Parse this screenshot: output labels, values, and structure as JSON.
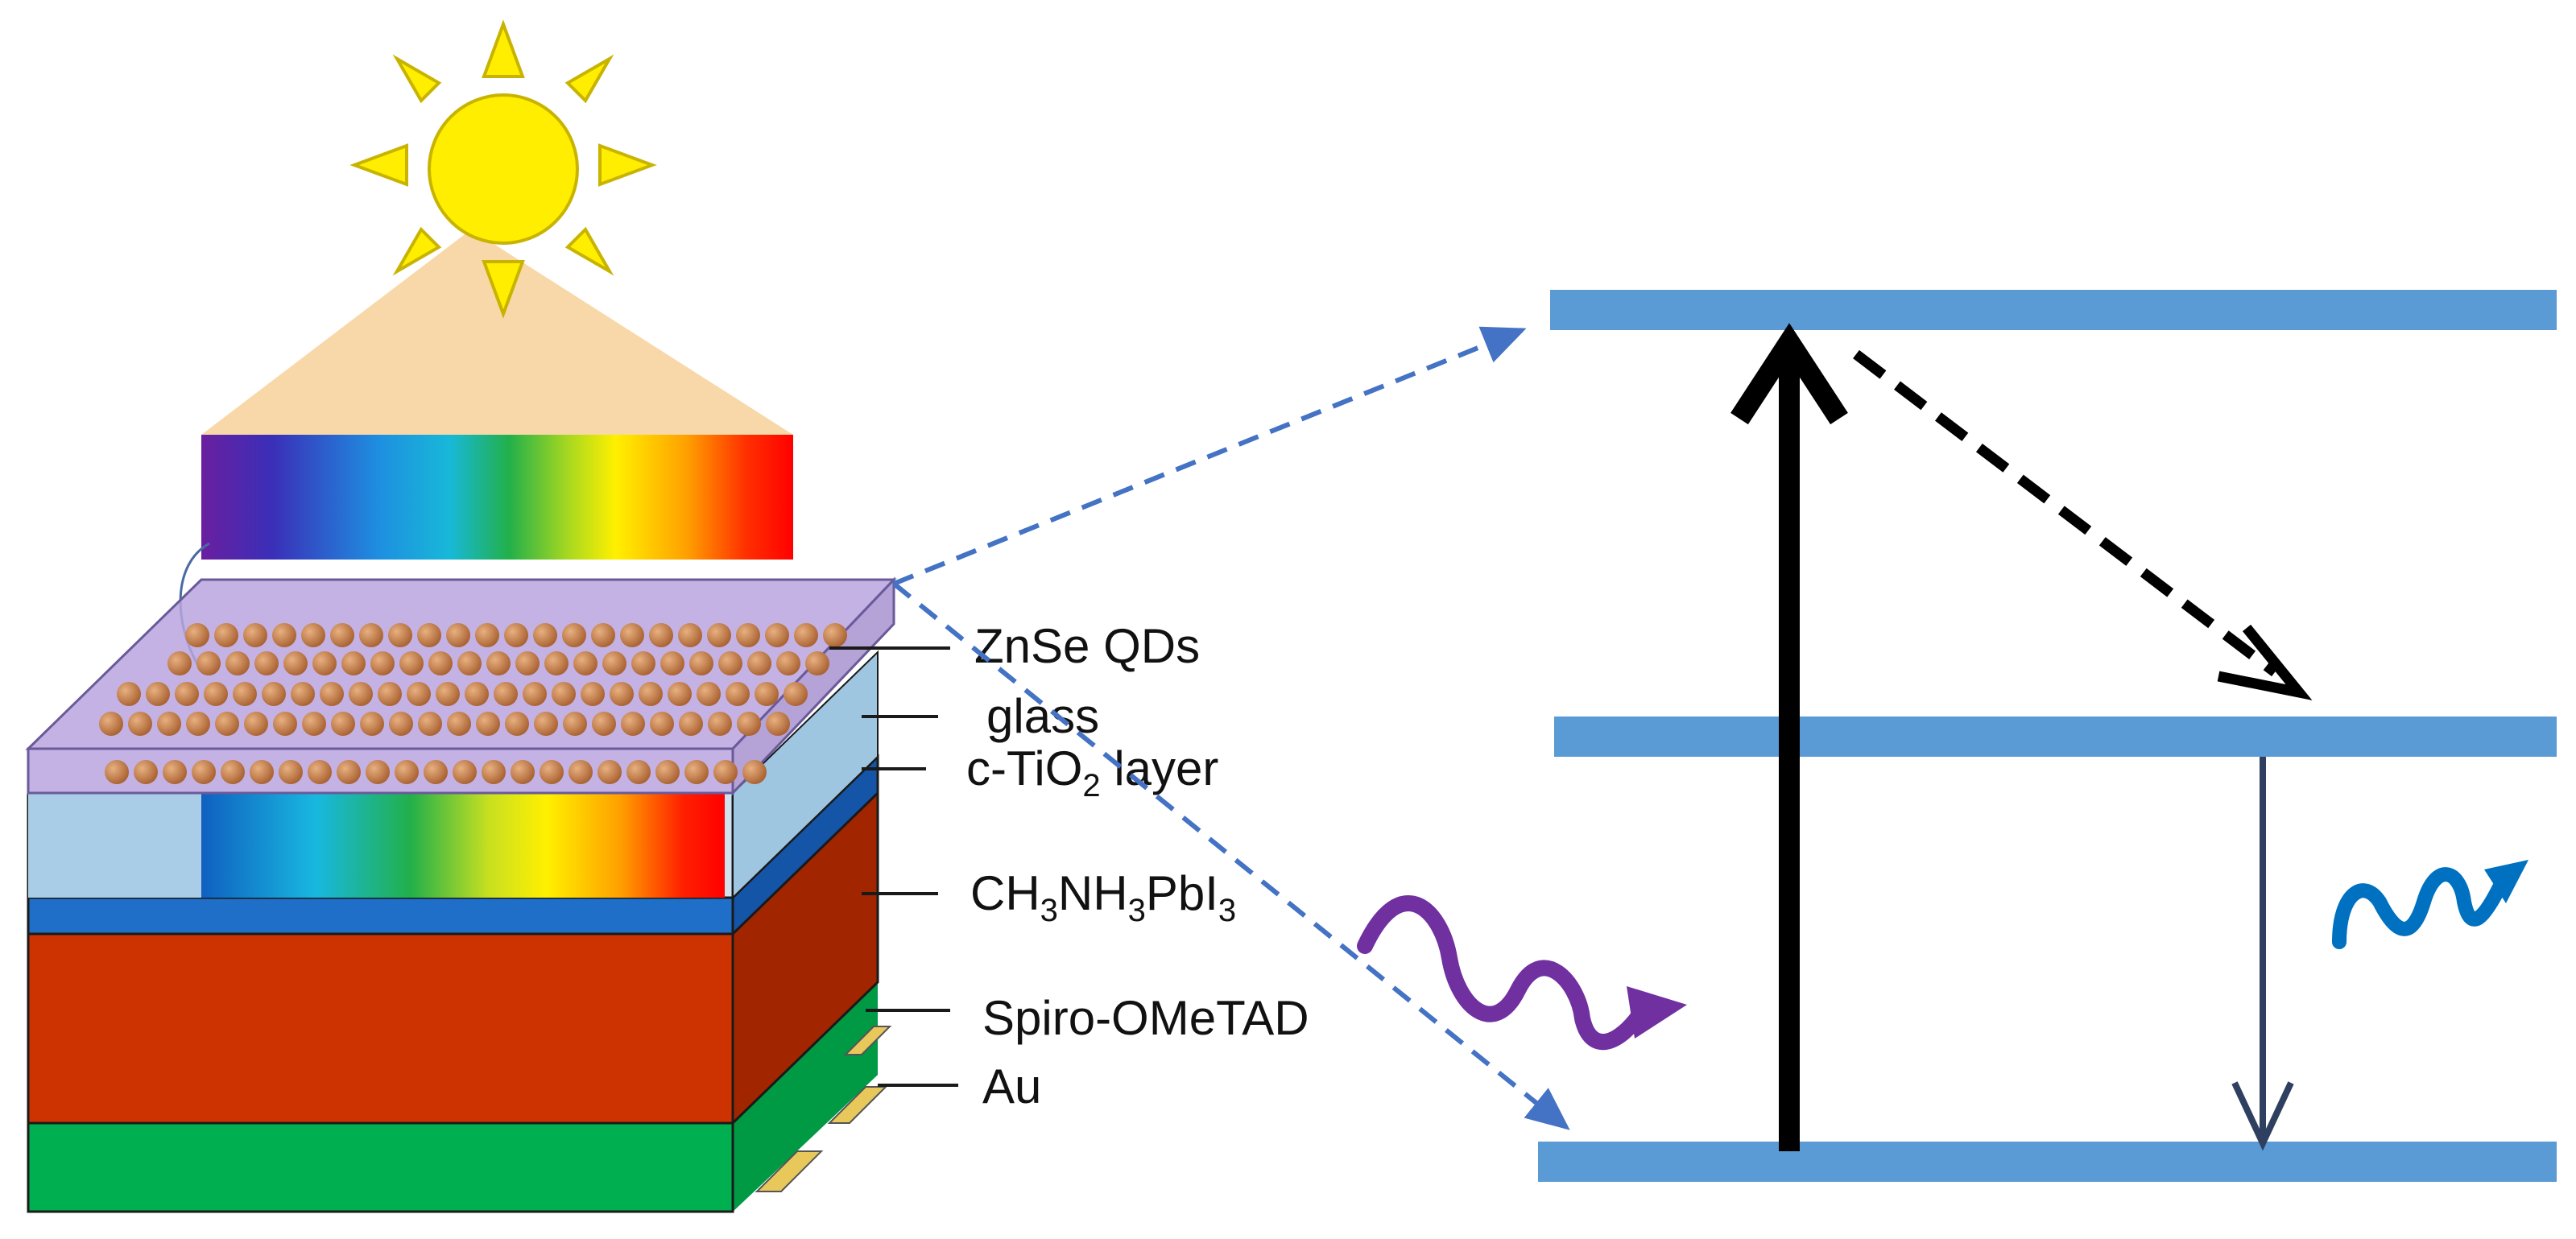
{
  "labels": {
    "zns": "ZnSe QDs",
    "glass": "glass",
    "tio2_a": "c-TiO",
    "tio2_sub": "2",
    "tio2_b": " layer",
    "ch_1": "CH",
    "ch_s1": "3",
    "ch_2": "NH",
    "ch_s2": "3",
    "ch_3": "PbI",
    "ch_s3": "3",
    "spiro": "Spiro-OMeTAD",
    "au": "Au"
  },
  "colors": {
    "sun": "#ffee00",
    "sun_outline": "#c8b400",
    "light_cone": "#f8d8a8",
    "glass_purple": "#b9a4de",
    "qd": "#c8854a",
    "tio2_blue": "#1f6fc8",
    "perovskite": "#cc3300",
    "perovskite_side": "#a12600",
    "spiro": "#00b050",
    "au": "#e8c85a",
    "energy_level": "#5b9bd5",
    "dashed_link": "#4472c4",
    "excitation": "#000000",
    "emission": "#2f3f5f",
    "uv_photon": "#7030a0",
    "vis_photon": "#0070c0"
  },
  "icons": [
    "sun-icon",
    "uv-photon-wave-icon",
    "visible-photon-wave-icon"
  ]
}
